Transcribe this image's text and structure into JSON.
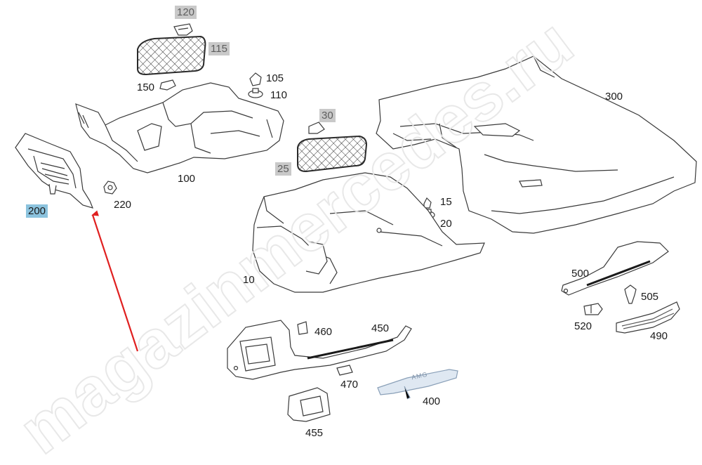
{
  "watermark": "magazinmercedes.ru",
  "colors": {
    "line": "#3a3a3a",
    "fill": "#ffffff",
    "gray_tag": "#c9c9c9",
    "blue_tag": "#8cc3de",
    "arrow": "#e02020",
    "amg_sill": "#dfe8f2"
  },
  "labels": {
    "p120": "120",
    "p115": "115",
    "p150": "150",
    "p105": "105",
    "p110": "110",
    "p100": "100",
    "p220": "220",
    "p200": "200",
    "p30": "30",
    "p25": "25",
    "p300": "300",
    "p15": "15",
    "p20": "20",
    "p10": "10",
    "p500": "500",
    "p505": "505",
    "p520": "520",
    "p490": "490",
    "p460": "460",
    "p450": "450",
    "p470": "470",
    "p400": "400",
    "p455": "455"
  },
  "amg_text": "AMG",
  "highlighted_part": "200"
}
